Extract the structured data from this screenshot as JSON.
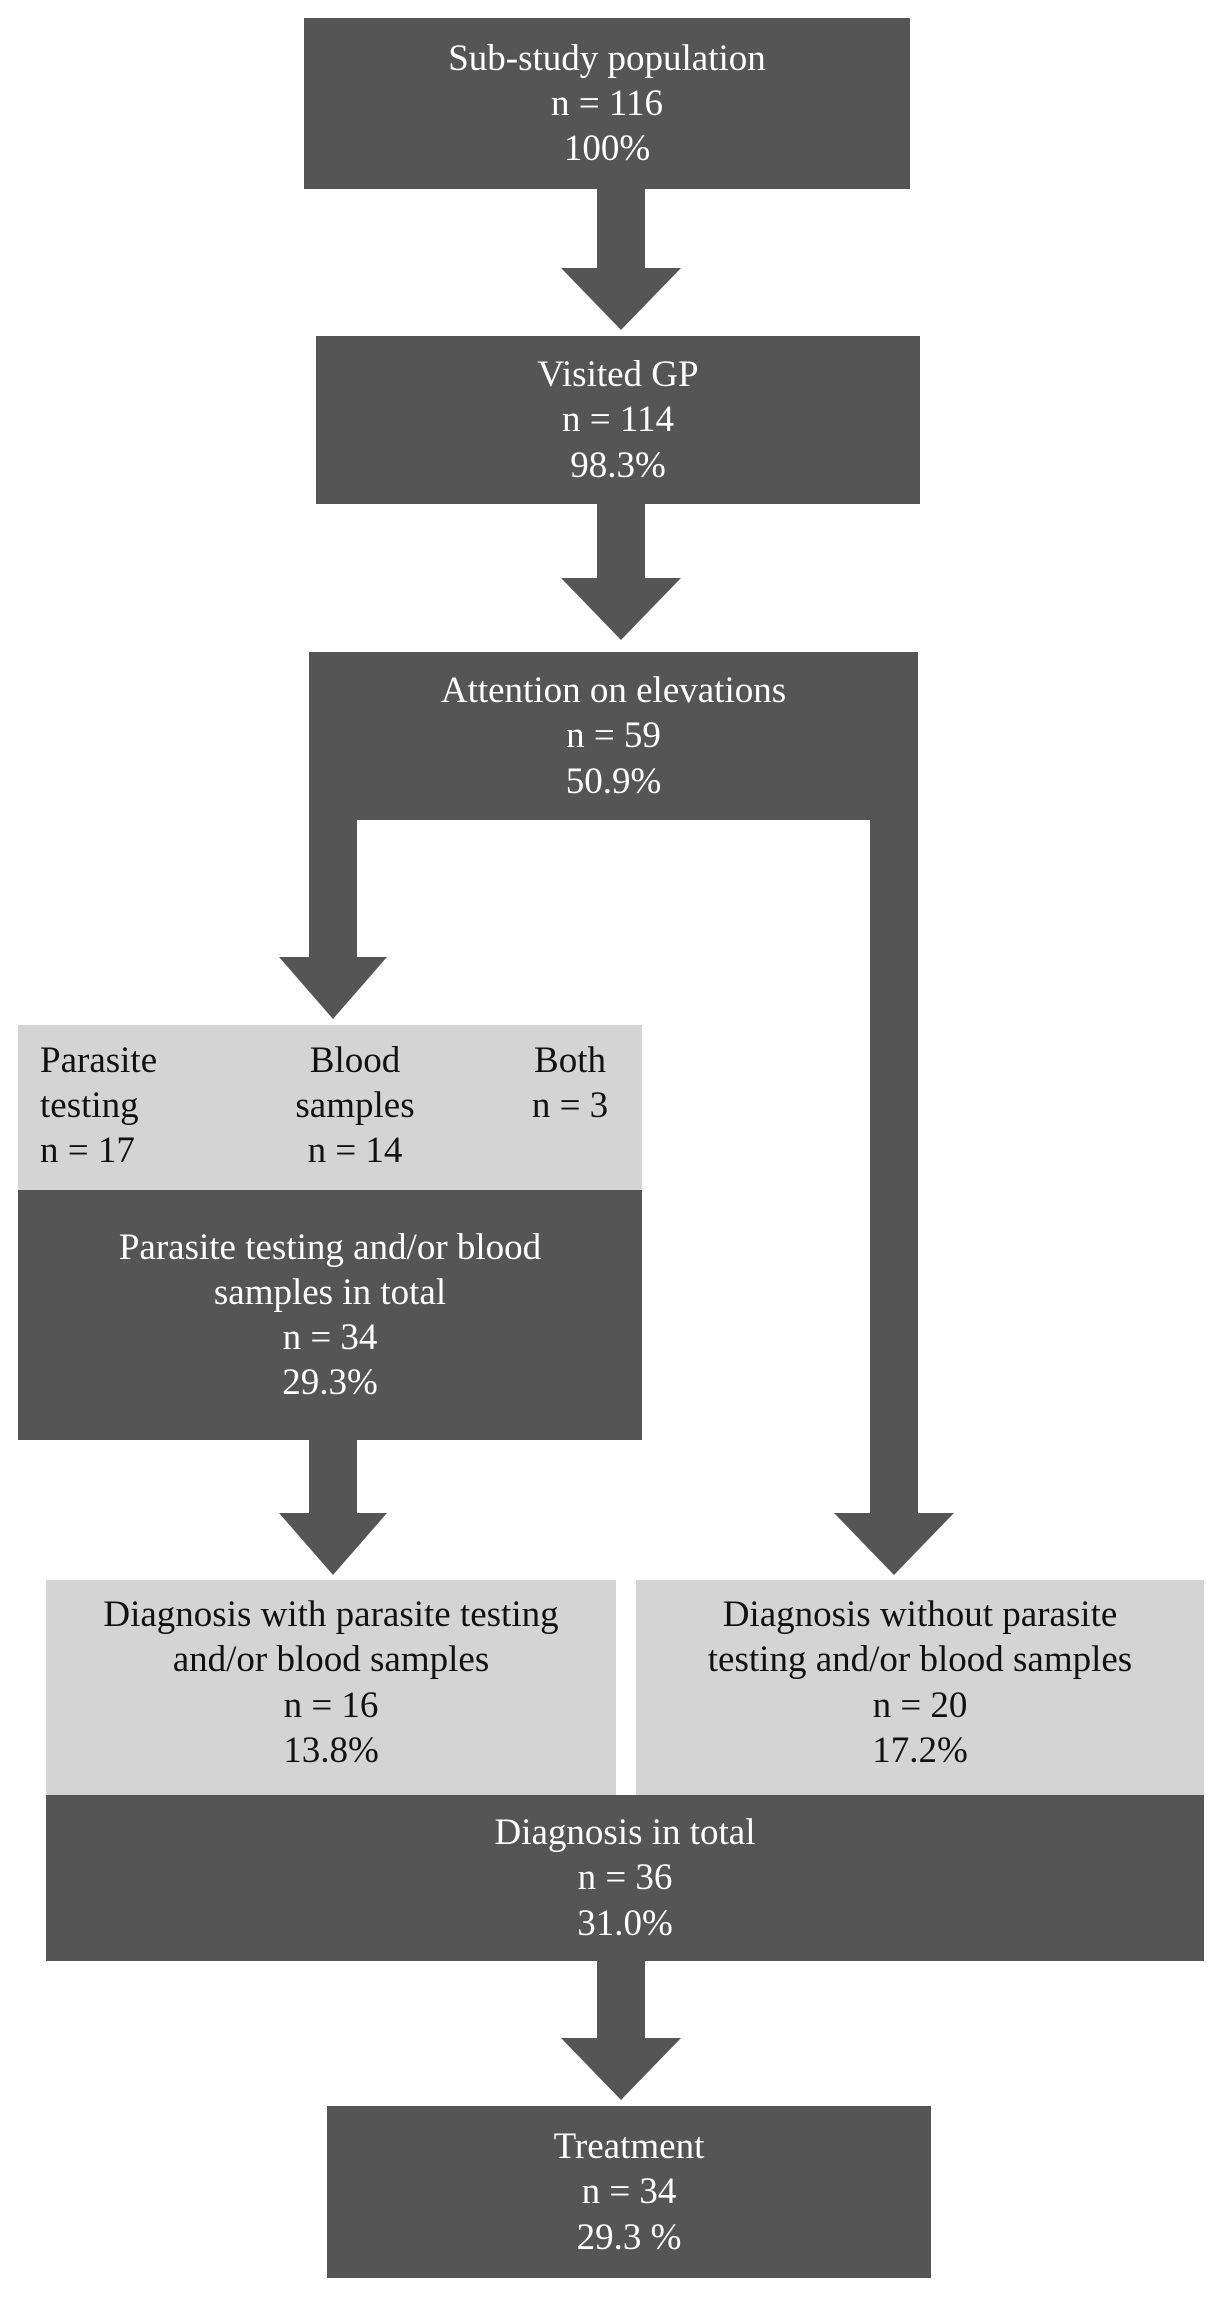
{
  "diagram": {
    "population": {
      "title": "Sub-study population",
      "n": "n = 116",
      "pct": "100%"
    },
    "visited_gp": {
      "title": "Visited GP",
      "n": "n = 114",
      "pct": "98.3%"
    },
    "attention": {
      "title": "Attention on elevations",
      "n": "n = 59",
      "pct": "50.9%"
    },
    "breakdown": {
      "parasite": {
        "line1": "Parasite",
        "line2": "testing",
        "n": "n = 17"
      },
      "blood": {
        "line1": "Blood",
        "line2": "samples",
        "n": "n = 14"
      },
      "both": {
        "line1": "Both",
        "n": "n = 3"
      }
    },
    "testing_total": {
      "line1": "Parasite testing and/or blood",
      "line2": "samples in total",
      "n": "n = 34",
      "pct": "29.3%"
    },
    "diag_with": {
      "line1": "Diagnosis with parasite testing",
      "line2": "and/or blood samples",
      "n": "n = 16",
      "pct": "13.8%"
    },
    "diag_without": {
      "line1": "Diagnosis without parasite",
      "line2": "testing and/or blood samples",
      "n": "n = 20",
      "pct": "17.2%"
    },
    "diag_total": {
      "title": "Diagnosis in total",
      "n": "n = 36",
      "pct": "31.0%"
    },
    "treatment": {
      "title": "Treatment",
      "n": "n = 34",
      "pct": "29.3 %"
    }
  },
  "colors": {
    "dark_box": "#555555",
    "light_box": "#d4d4d4",
    "arrow": "#555555",
    "dark_text": "#ffffff",
    "light_text": "#111111"
  }
}
